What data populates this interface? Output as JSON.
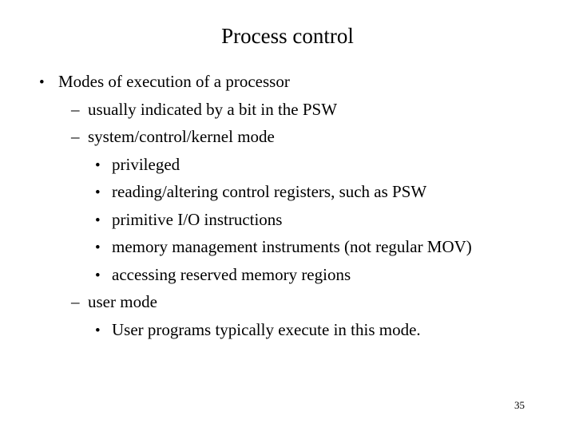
{
  "slide": {
    "title": "Process control",
    "page_number": "35"
  },
  "bullets": [
    {
      "level": 1,
      "marker": "•",
      "text": "Modes of execution of a processor"
    },
    {
      "level": 2,
      "marker": "–",
      "text": "usually indicated by a bit in the PSW"
    },
    {
      "level": 2,
      "marker": "–",
      "text": "system/control/kernel mode"
    },
    {
      "level": 3,
      "marker": "•",
      "text": "privileged"
    },
    {
      "level": 3,
      "marker": "•",
      "text": "reading/altering control registers, such as PSW"
    },
    {
      "level": 3,
      "marker": "•",
      "text": "primitive I/O instructions"
    },
    {
      "level": 3,
      "marker": "•",
      "text": "memory management instruments (not regular MOV)"
    },
    {
      "level": 3,
      "marker": "•",
      "text": "accessing reserved memory regions"
    },
    {
      "level": 2,
      "marker": "–",
      "text": "user mode"
    },
    {
      "level": 3,
      "marker": "•",
      "text": "User programs typically execute in this mode."
    }
  ],
  "colors": {
    "background": "#ffffff",
    "text": "#000000"
  }
}
